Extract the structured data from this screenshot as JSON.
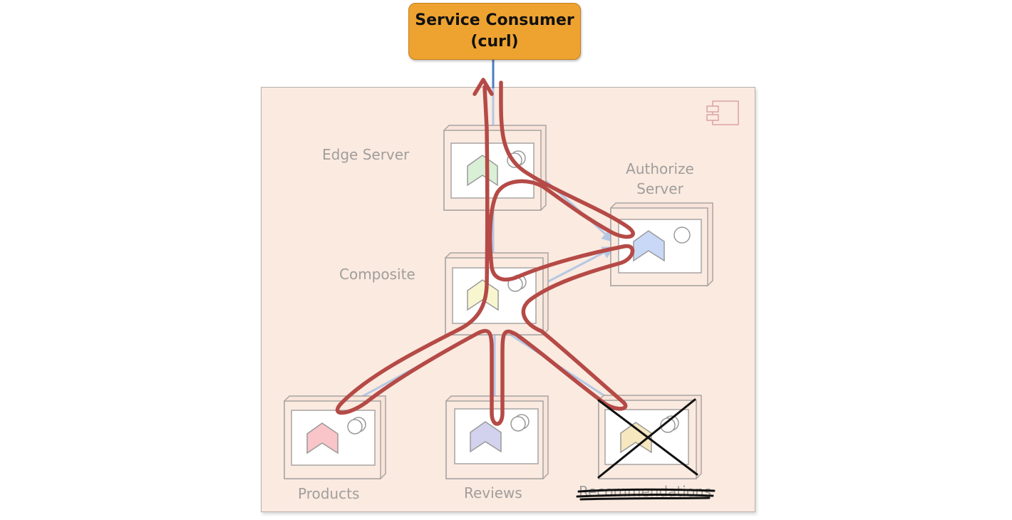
{
  "consumer": {
    "line1": "Service Consumer",
    "line2": "(curl)"
  },
  "labels": {
    "edge_server": "Edge Server",
    "authorize_line1": "Authorize",
    "authorize_line2": "Server",
    "composite": "Composite",
    "products": "Products",
    "reviews": "Reviews",
    "recommendations": "Recommendations"
  },
  "nodes": [
    {
      "id": "edge-server",
      "label": "Edge Server",
      "color": "#d9f0d6"
    },
    {
      "id": "authorize-server",
      "label": "Authorize Server",
      "color": "#c9d8f6"
    },
    {
      "id": "composite",
      "label": "Composite",
      "color": "#f8f6cf"
    },
    {
      "id": "products",
      "label": "Products",
      "color": "#f9c5c8"
    },
    {
      "id": "reviews",
      "label": "Reviews",
      "color": "#d3d2ee"
    },
    {
      "id": "recommendations",
      "label": "Recommendations",
      "color": "#f6e7bf",
      "status": "crossed-out"
    }
  ],
  "colors": {
    "consumer_fill": "#eea331",
    "container_fill": "#fbeae0",
    "flow_line": "#b54a46",
    "connector": "#b4c8e4",
    "consumer_link": "#4a7ec4"
  },
  "icons": [
    "component-icon",
    "service-chevron-icon",
    "port-circle-icon",
    "cross-out-icon"
  ]
}
